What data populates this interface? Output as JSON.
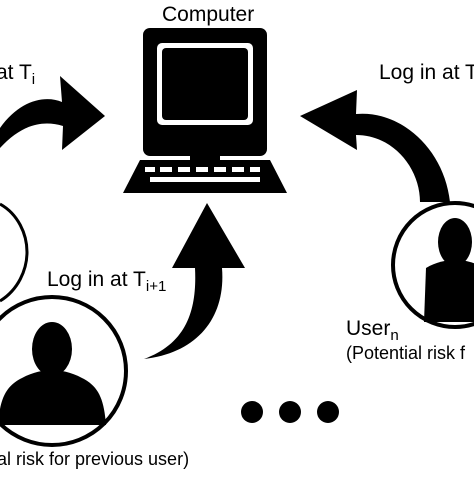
{
  "computer": {
    "label": "Computer"
  },
  "logins": {
    "left": {
      "prefix": "at T",
      "sub": "i"
    },
    "right": {
      "text": "Log in at T"
    },
    "middle": {
      "prefix": "Log in at T",
      "sub": "i+1"
    }
  },
  "users": {
    "right": {
      "name": "User",
      "sub": "n",
      "note": "(Potential risk f"
    },
    "bottom_left": {
      "note": "al risk for previous user)"
    }
  },
  "ellipsis": "...",
  "icons": [
    "computer-icon",
    "user-icon",
    "arrow-icon"
  ],
  "colors": {
    "ink": "#000000",
    "background": "#ffffff"
  }
}
